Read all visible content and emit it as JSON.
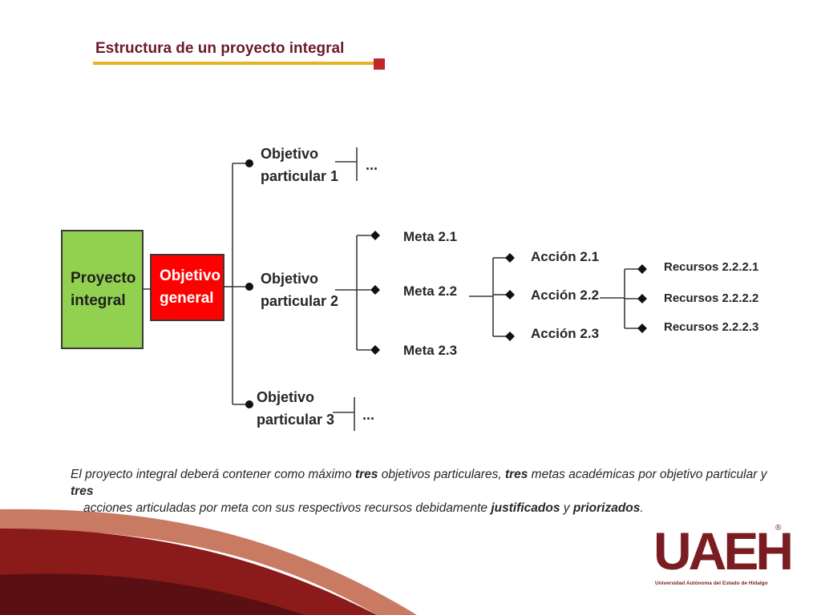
{
  "slide": {
    "title": "Estructura de un proyecto integral"
  },
  "diagram": {
    "root": "Proyecto\nintegral",
    "general": "Objetivo\ngeneral",
    "objetivos": [
      "Objetivo\nparticular 1",
      "Objetivo\nparticular 2",
      "Objetivo\nparticular 3"
    ],
    "continuation": "...",
    "metas": [
      "Meta 2.1",
      "Meta 2.2",
      "Meta 2.3"
    ],
    "acciones": [
      "Acción 2.1",
      "Acción 2.2",
      "Acción 2.3"
    ],
    "recursos": [
      "Recursos 2.2.2.1",
      "Recursos 2.2.2.2",
      "Recursos 2.2.2.3"
    ]
  },
  "caption": {
    "l1_a": "El proyecto integral deberá contener como máximo ",
    "l1_b": "tres",
    "l1_c": " objetivos particulares, ",
    "l1_d": "tres",
    "l1_e": " metas académicas por objetivo particular y ",
    "l1_f": "tres",
    "l2_a": "acciones articuladas por meta con sus respectivos recursos debidamente ",
    "l2_b": "justificados",
    "l2_c": " y ",
    "l2_d": "priorizados",
    "l2_e": "."
  },
  "logo": {
    "wordmark": "UAEH",
    "registered": "®",
    "subtitle": "Universidad Autónoma del Estado de Hidalgo"
  },
  "colors": {
    "title": "#6b1a2e",
    "title_rule": "#e8b321",
    "accent_square": "#c0272d",
    "root_box": "#92d050",
    "general_box": "#ff0000",
    "brand": "#7a1d23",
    "swoosh_dark": "#8b1a1a",
    "swoosh_light": "#c87a63"
  }
}
